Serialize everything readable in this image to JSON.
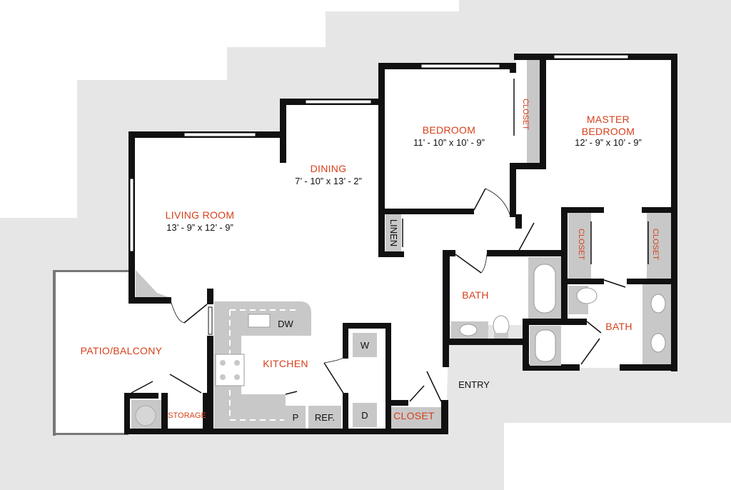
{
  "rooms": {
    "living": {
      "name": "LIVING ROOM",
      "dims": "13’ - 9” x 12’ - 9”"
    },
    "dining": {
      "name": "DINING",
      "dims": "7’ - 10” x 13’ - 2”"
    },
    "bedroom": {
      "name": "BEDROOM",
      "dims": "11’ - 10” x 10’ - 9”"
    },
    "master": {
      "name_line1": "MASTER",
      "name_line2": "BEDROOM",
      "dims": "12’ - 9” x 10’ - 9”"
    },
    "patio": {
      "name": "PATIO/BALCONY"
    },
    "kitchen": {
      "name": "KITCHEN"
    },
    "bath1": {
      "name": "BATH"
    },
    "bath2": {
      "name": "BATH"
    },
    "entry": {
      "name": "ENTRY"
    },
    "storage": {
      "name": "STORAGE"
    },
    "linen": {
      "name": "LINEN"
    },
    "closet_bedroom": {
      "name": "CLOSET"
    },
    "closet_master_left": {
      "name": "CLOSET"
    },
    "closet_master_right": {
      "name": "CLOSET"
    },
    "closet_entry": {
      "name": "CLOSET"
    }
  },
  "fixtures": {
    "dw": "DW",
    "washer": "W",
    "dryer": "D",
    "pantry": "P",
    "fridge": "REF."
  },
  "colors": {
    "label_accent": "#d6401a",
    "wall": "#111111",
    "surround": "#e6e6e6",
    "fixture": "#c8c8c8"
  }
}
